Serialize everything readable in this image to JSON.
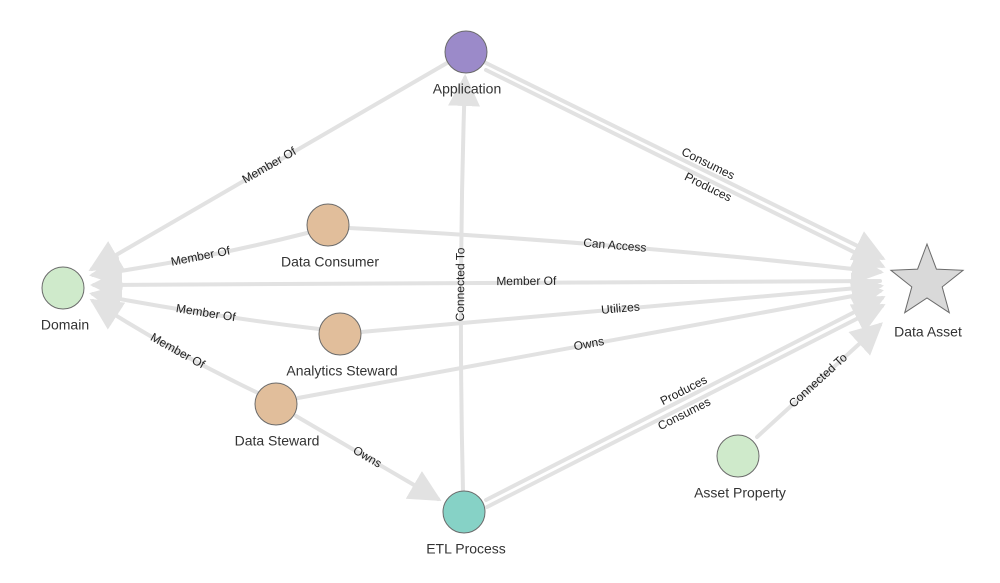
{
  "colors": {
    "edge": "#e2e2e2",
    "node_stroke": "#6b6b6b",
    "application": "#9b8ac9",
    "domain": "#cfeacb",
    "person": "#e1be9b",
    "etl": "#86d2c6",
    "asset_property": "#cfeacb",
    "data_asset": "#d9d9d9"
  },
  "nodes": [
    {
      "id": "application",
      "label": "Application",
      "shape": "circle",
      "color_key": "application"
    },
    {
      "id": "domain",
      "label": "Domain",
      "shape": "circle",
      "color_key": "domain"
    },
    {
      "id": "data_consumer",
      "label": "Data Consumer",
      "shape": "circle",
      "color_key": "person"
    },
    {
      "id": "analytics_steward",
      "label": "Analytics Steward",
      "shape": "circle",
      "color_key": "person"
    },
    {
      "id": "data_steward",
      "label": "Data Steward",
      "shape": "circle",
      "color_key": "person"
    },
    {
      "id": "etl_process",
      "label": "ETL Process",
      "shape": "circle",
      "color_key": "etl"
    },
    {
      "id": "asset_property",
      "label": "Asset Property",
      "shape": "circle",
      "color_key": "asset_property"
    },
    {
      "id": "data_asset",
      "label": "Data Asset",
      "shape": "star",
      "color_key": "data_asset"
    }
  ],
  "edges": [
    {
      "from": "application",
      "to": "domain",
      "label": "Member Of"
    },
    {
      "from": "application",
      "to": "data_asset",
      "label": "Consumes"
    },
    {
      "from": "application",
      "to": "data_asset",
      "label": "Produces"
    },
    {
      "from": "data_consumer",
      "to": "domain",
      "label": "Member Of"
    },
    {
      "from": "data_consumer",
      "to": "data_asset",
      "label": "Can Access"
    },
    {
      "from": "data_asset",
      "to": "domain",
      "label": "Member Of"
    },
    {
      "from": "analytics_steward",
      "to": "domain",
      "label": "Member Of"
    },
    {
      "from": "analytics_steward",
      "to": "data_asset",
      "label": "Utilizes"
    },
    {
      "from": "data_steward",
      "to": "domain",
      "label": "Member Of"
    },
    {
      "from": "data_steward",
      "to": "data_asset",
      "label": "Owns"
    },
    {
      "from": "data_steward",
      "to": "etl_process",
      "label": "Owns"
    },
    {
      "from": "etl_process",
      "to": "application",
      "label": "Connected To"
    },
    {
      "from": "etl_process",
      "to": "data_asset",
      "label": "Produces"
    },
    {
      "from": "etl_process",
      "to": "data_asset",
      "label": "Consumes"
    },
    {
      "from": "asset_property",
      "to": "data_asset",
      "label": "Connected To"
    }
  ]
}
